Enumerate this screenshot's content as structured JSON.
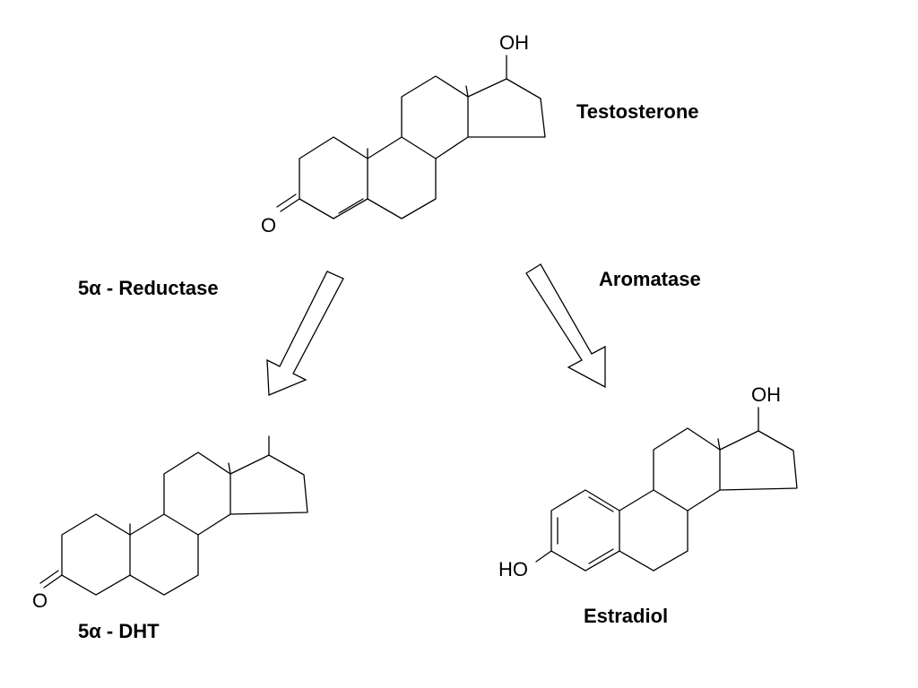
{
  "labels": {
    "testosterone": "Testosterone",
    "reductase_prefix": "5",
    "reductase_alpha": "α",
    "reductase_suffix": " - Reductase",
    "aromatase": "Aromatase",
    "dht_prefix": "5",
    "dht_alpha": "α",
    "dht_suffix": " - DHT",
    "estradiol": "Estradiol"
  },
  "atoms": {
    "testosterone_oh": "OH",
    "testosterone_o": "O",
    "dht_o": "O",
    "estradiol_oh": "OH",
    "estradiol_ho": "HO"
  }
}
